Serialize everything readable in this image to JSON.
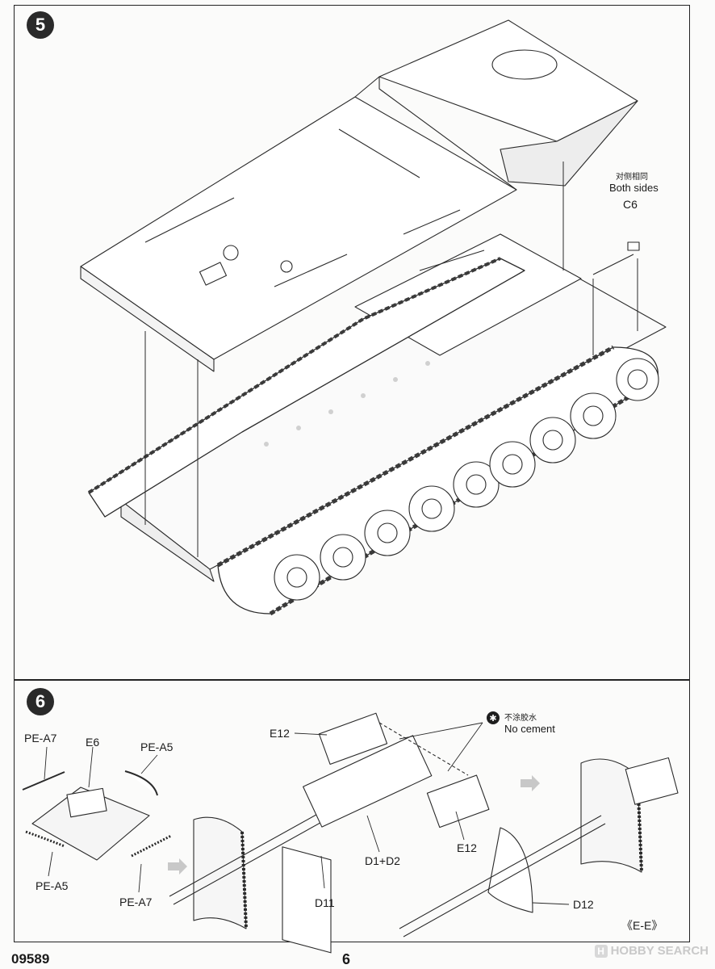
{
  "step5": {
    "number": "5",
    "callout": {
      "cn": "对侧相同",
      "en": "Both sides",
      "part": "C6"
    }
  },
  "step6": {
    "number": "6",
    "no_cement": {
      "cn": "不涂胶水",
      "en": "No cement"
    },
    "labels": {
      "pe_a7_top": "PE-A7",
      "e6": "E6",
      "pe_a5_top": "PE-A5",
      "pe_a5_bottom": "PE-A5",
      "pe_a7_bottom": "PE-A7",
      "e12_top": "E12",
      "e12_bottom": "E12",
      "d1_d2": "D1+D2",
      "d11": "D11",
      "d12": "D12",
      "section": "《E-E》"
    }
  },
  "footer": {
    "product_code": "09589",
    "page_number": "6",
    "watermark": "HOBBY SEARCH"
  }
}
